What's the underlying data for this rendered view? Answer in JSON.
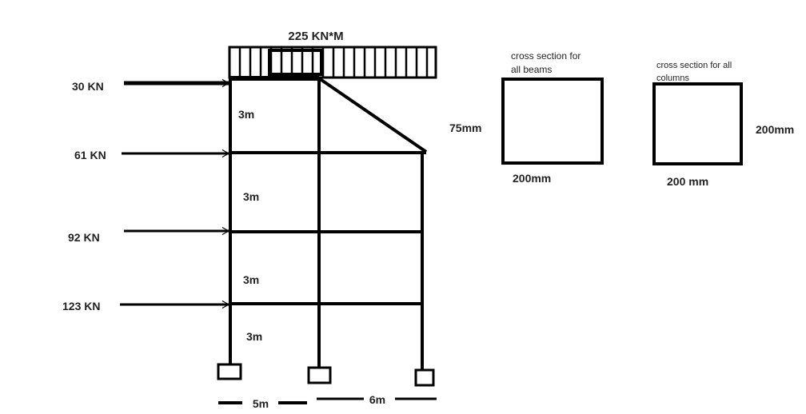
{
  "load_top": "225 KN*M",
  "loads": {
    "l1": "30 KN",
    "l2": "61 KN",
    "l3": "92 KN",
    "l4": "123 KN"
  },
  "story_heights": {
    "s1": "3m",
    "s2": "3m",
    "s3": "3m",
    "s4": "3m"
  },
  "spans": {
    "span1": "5m",
    "span2": "6m"
  },
  "beam_section": {
    "title_line1": "cross section for",
    "title_line2": "all beams",
    "height": "75mm",
    "width": "200mm"
  },
  "column_section": {
    "title_line1": "cross section for all",
    "title_line2": "columns",
    "height": "200mm",
    "width": "200 mm"
  },
  "colors": {
    "ink": "#000000",
    "text": "#222222"
  }
}
